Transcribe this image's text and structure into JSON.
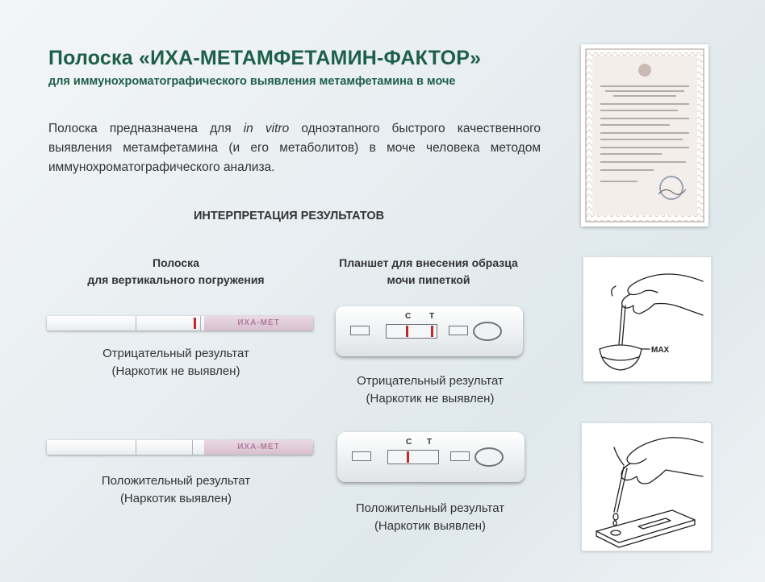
{
  "header": {
    "title": "Полоска «ИХА-МЕТАМФЕТАМИН-ФАКТОР»",
    "subtitle": "для иммунохроматографического выявления  метамфетамина в моче"
  },
  "intro": {
    "before": "Полоска предназначена для ",
    "italic": "in vitro",
    "after": " одноэтапного быстрого качественного выявления метамфетамина (и его метаболитов) в моче человека методом иммунохроматографического анализа."
  },
  "section_title": "ИНТЕРПРЕТАЦИЯ РЕЗУЛЬТАТОВ",
  "strip_column": {
    "heading_line1": "Полоска",
    "heading_line2": "для вертикального погружения",
    "negative": {
      "line1": "Отрицательный результат",
      "line2": "(Наркотик не выявлен)"
    },
    "positive": {
      "line1": "Положительный результат",
      "line2": "(Наркотик  выявлен)"
    },
    "strip_print": "ИХА-МЕТ"
  },
  "cassette_column": {
    "heading_line1": "Планшет  для внесения образца",
    "heading_line2": "мочи пипеткой",
    "label_c": "C",
    "label_t": "T",
    "negative": {
      "line1": "Отрицательный результат",
      "line2": "(Наркотик не выявлен)"
    },
    "positive": {
      "line1": "Положительный результат",
      "line2": "(Наркотик  выявлен)"
    }
  },
  "illustrations": {
    "max_label": "MAX"
  },
  "colors": {
    "title_green": "#1e5f49",
    "result_line_red": "#c1272d",
    "strip_pink": "#d7bfd0"
  }
}
